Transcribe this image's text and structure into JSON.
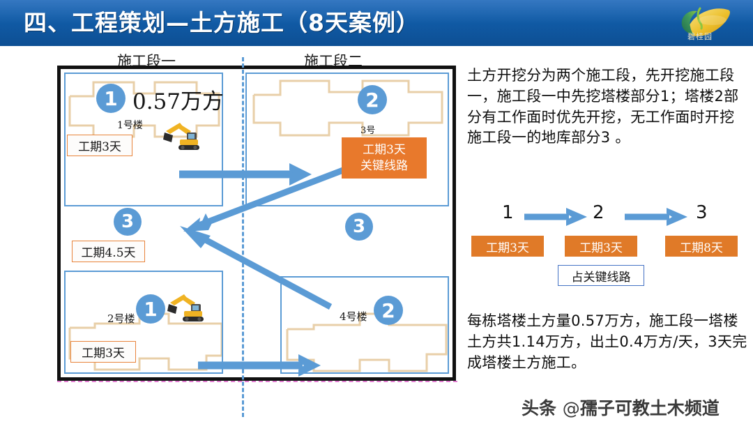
{
  "header": {
    "title": "四、工程策划—土方施工（8天案例）",
    "logo_name": "country-garden-logo",
    "logo_text": "碧桂园",
    "bar_color": "#1763b8"
  },
  "diagram": {
    "section_headers": [
      {
        "label": "施工段一"
      },
      {
        "label": "施工段二"
      }
    ],
    "volume_label": "0.57万方",
    "buildings": [
      {
        "label": "1号楼"
      },
      {
        "label": "3号"
      },
      {
        "label": "2号楼"
      },
      {
        "label": "4号楼"
      }
    ],
    "markers": [
      {
        "label": "1",
        "zone": "top-left"
      },
      {
        "label": "2",
        "zone": "top-right"
      },
      {
        "label": "3",
        "zone": "middle-left"
      },
      {
        "label": "3",
        "zone": "middle-right"
      },
      {
        "label": "1",
        "zone": "bottom-left"
      },
      {
        "label": "2",
        "zone": "bottom-right"
      }
    ],
    "duration_boxes": [
      {
        "label": "工期3天",
        "zone": "top-left"
      },
      {
        "label": "工期4.5天",
        "zone": "middle-left"
      },
      {
        "label": "工期3天",
        "zone": "bottom-left"
      }
    ],
    "critical_callout": {
      "line1": "工期3天",
      "line2": "关键线路",
      "color": "#e8792c"
    },
    "colors": {
      "marker_blue": "#5b9bd5",
      "arrow_blue": "#5b9bd5",
      "orange": "#e8833a",
      "building_outline": "#e8cfa8",
      "frame": "#111111",
      "divider": "#5b9bd5"
    }
  },
  "right_panel": {
    "paragraph_top": "土方开挖分为两个施工段，先开挖施工段一，施工段一中先挖塔楼部分1；塔楼2部分有工作面时优先开挖，无工作面时开挖施工段一的地库部分3 。",
    "flow": {
      "nodes": [
        {
          "number": "1",
          "duration": "工期3天"
        },
        {
          "number": "2",
          "duration": "工期3天"
        },
        {
          "number": "3",
          "duration": "工期8天"
        }
      ],
      "critical_note": "占关键线路"
    },
    "paragraph_bottom": "每栋塔楼土方量0.57万方，施工段一塔楼土方共1.14万方，出土0.4万方/天，3天完成塔楼土方施工。"
  },
  "watermark": {
    "prefix": "头条 ",
    "at": "@",
    "channel": "孺子可教土木频道"
  }
}
